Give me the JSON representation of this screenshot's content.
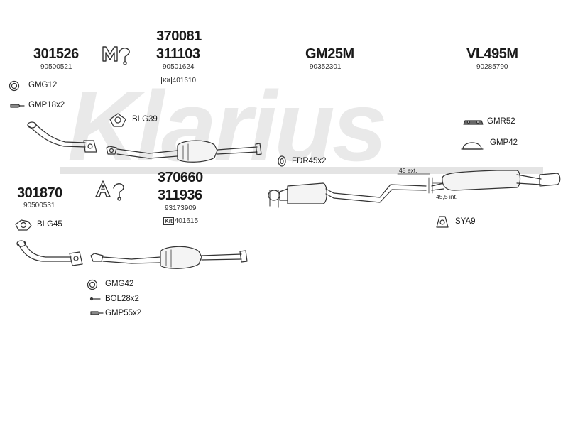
{
  "watermark": "Klarius",
  "groups": [
    {
      "id": "g1",
      "part": "301526",
      "oe": "90500521"
    },
    {
      "id": "g2",
      "part_top": "370081",
      "part": "311103",
      "oe": "90501624",
      "kit": "401610",
      "tag": "M"
    },
    {
      "id": "g3",
      "part": "GM25M",
      "oe": "90352301"
    },
    {
      "id": "g4",
      "part": "VL495M",
      "oe": "90285790"
    },
    {
      "id": "g5",
      "part": "301870",
      "oe": "90500531"
    },
    {
      "id": "g6",
      "part_top": "370660",
      "part": "311936",
      "oe": "93173909",
      "kit": "401615",
      "tag": "A"
    }
  ],
  "fittings": {
    "gmg12": "GMG12",
    "gmp18": "GMP18x2",
    "blg39": "BLG39",
    "fdr45": "FDR45x2",
    "gmr52": "GMR52",
    "gmp42": "GMP42",
    "sya9": "SYA9",
    "blg45": "BLG45",
    "gmg42": "GMG42",
    "bol28": "BOL28x2",
    "gmp55": "GMP55x2"
  },
  "dimensions": {
    "ext": "45 ext.",
    "int": "45,5 int."
  },
  "kit_icon": "Kit"
}
